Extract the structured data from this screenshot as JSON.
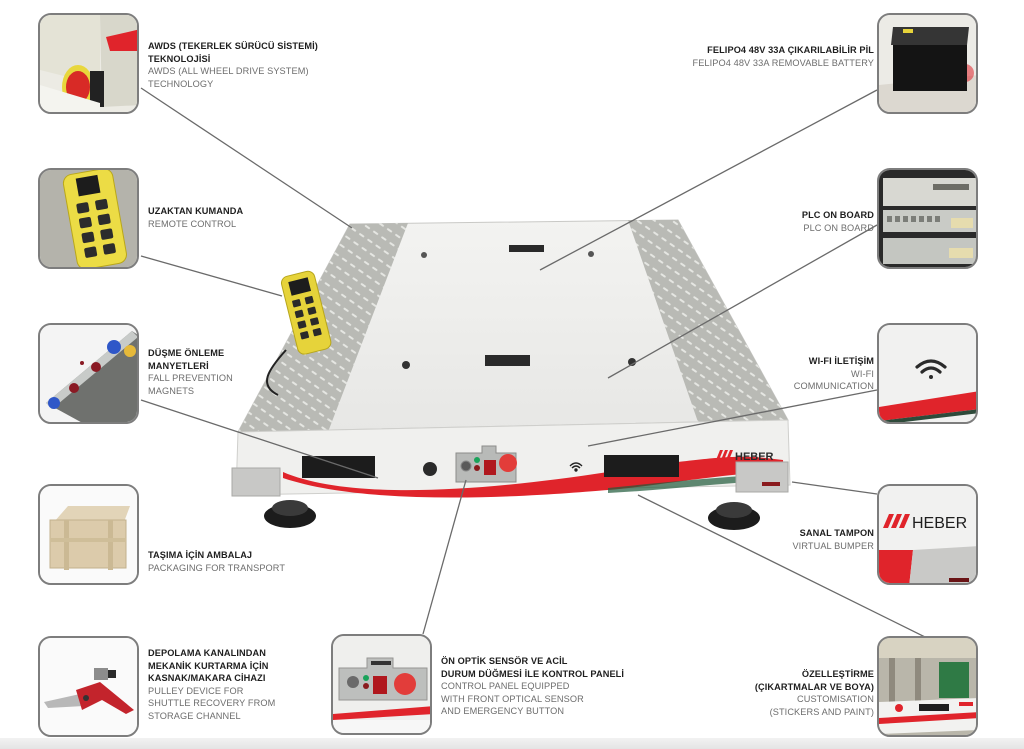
{
  "brand": {
    "name": "HEBER",
    "accent_red": "#e0242b",
    "text_dark": "#1e1e1e",
    "text_gray": "#6d6d6d",
    "frame_gray": "#7d7d7d"
  },
  "features": {
    "awds": {
      "tr": [
        "AWDS (TEKERLEK SÜRÜCÜ SİSTEMİ)",
        "TEKNOLOJİSİ"
      ],
      "en": [
        "AWDS (ALL WHEEL DRIVE SYSTEM)",
        "TECHNOLOGY"
      ],
      "icon": "wheel-drive-photo"
    },
    "remote": {
      "tr": [
        "UZAKTAN KUMANDA"
      ],
      "en": [
        "REMOTE CONTROL"
      ],
      "icon": "remote-control-photo"
    },
    "magnets": {
      "tr": [
        "DÜŞME ÖNLEME",
        "MANYETLERİ"
      ],
      "en": [
        "FALL PREVENTION",
        "MAGNETS"
      ],
      "icon": "magnet-rail-photo"
    },
    "packaging": {
      "tr": [
        "TAŞIMA İÇİN AMBALAJ"
      ],
      "en": [
        "PACKAGING FOR TRANSPORT"
      ],
      "icon": "wooden-crate-photo"
    },
    "pulley": {
      "tr": [
        "DEPOLAMA KANALINDAN",
        "MEKANİK KURTARMA İÇİN",
        "KASNAK/MAKARA CİHAZI"
      ],
      "en": [
        "PULLEY DEVICE FOR",
        "SHUTTLE RECOVERY FROM",
        "STORAGE CHANNEL"
      ],
      "icon": "pulley-device-photo"
    },
    "control_panel": {
      "tr": [
        "ÖN OPTİK SENSÖR ve ACİL",
        "DURUM DÜĞMESİ İLE KONTROL PANELİ"
      ],
      "en": [
        "CONTROL PANEL EQUIPPED",
        "WITH FRONT OPTICAL SENSOR",
        "AND EMERGENCY BUTTON"
      ],
      "icon": "control-panel-photo"
    },
    "battery": {
      "tr": [
        "FELIPO4 48V 33A ÇIKARILABİLİR PİL"
      ],
      "en": [
        "FELIPO4 48V 33A REMOVABLE BATTERY"
      ],
      "icon": "battery-photo"
    },
    "plc": {
      "tr": [
        "PLC ON BOARD"
      ],
      "en": [
        "PLC ON BOARD"
      ],
      "icon": "plc-module-photo"
    },
    "wifi": {
      "tr": [
        "WI-FI İLETİŞİM"
      ],
      "en": [
        "WI-FI",
        "COMMUNICATION"
      ],
      "icon": "wifi-icon"
    },
    "bumper": {
      "tr": [
        "SANAL TAMPON"
      ],
      "en": [
        "VIRTUAL BUMPER"
      ],
      "icon": "heber-logo-photo"
    },
    "custom": {
      "tr": [
        "ÖZELLEŞTİRME",
        "(ÇIKARTMALAR VE BOYA)"
      ],
      "en": [
        "CUSTOMISATION",
        "(STICKERS AND PAINT)"
      ],
      "icon": "warehouse-shuttle-photo"
    }
  }
}
